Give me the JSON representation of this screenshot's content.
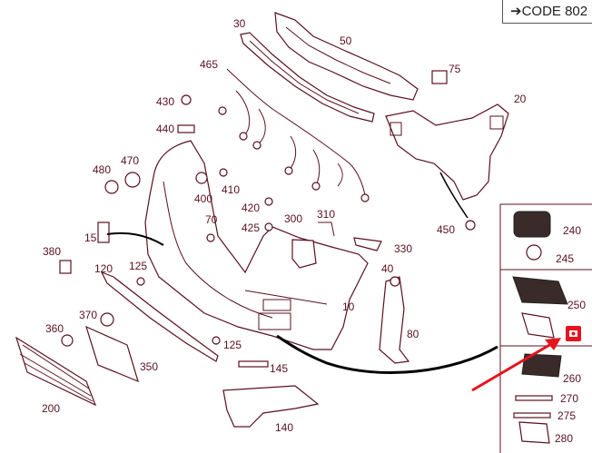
{
  "code_box": {
    "text": "➔CODE 802"
  },
  "labels": {
    "p10": "10",
    "p15": "15",
    "p20": "20",
    "p30": "30",
    "p40": "40",
    "p50": "50",
    "p70": "70",
    "p75": "75",
    "p80": "80",
    "p120": "120",
    "p125a": "125",
    "p125b": "125",
    "p140": "140",
    "p145": "145",
    "p200": "200",
    "p240": "240",
    "p245": "245",
    "p250": "250",
    "p260": "260",
    "p270": "270",
    "p275": "275",
    "p280": "280",
    "p300": "300",
    "p310": "310",
    "p330": "330",
    "p350": "350",
    "p360": "360",
    "p370": "370",
    "p380": "380",
    "p400": "400",
    "p410": "410",
    "p420": "420",
    "p425": "425",
    "p430": "430",
    "p440": "440",
    "p450": "450",
    "p465": "465",
    "p470": "470",
    "p480": "480"
  },
  "colors": {
    "ink": "#5a1020",
    "accent": "#e4141e"
  },
  "icons": {
    "camera": "camera-icon"
  }
}
